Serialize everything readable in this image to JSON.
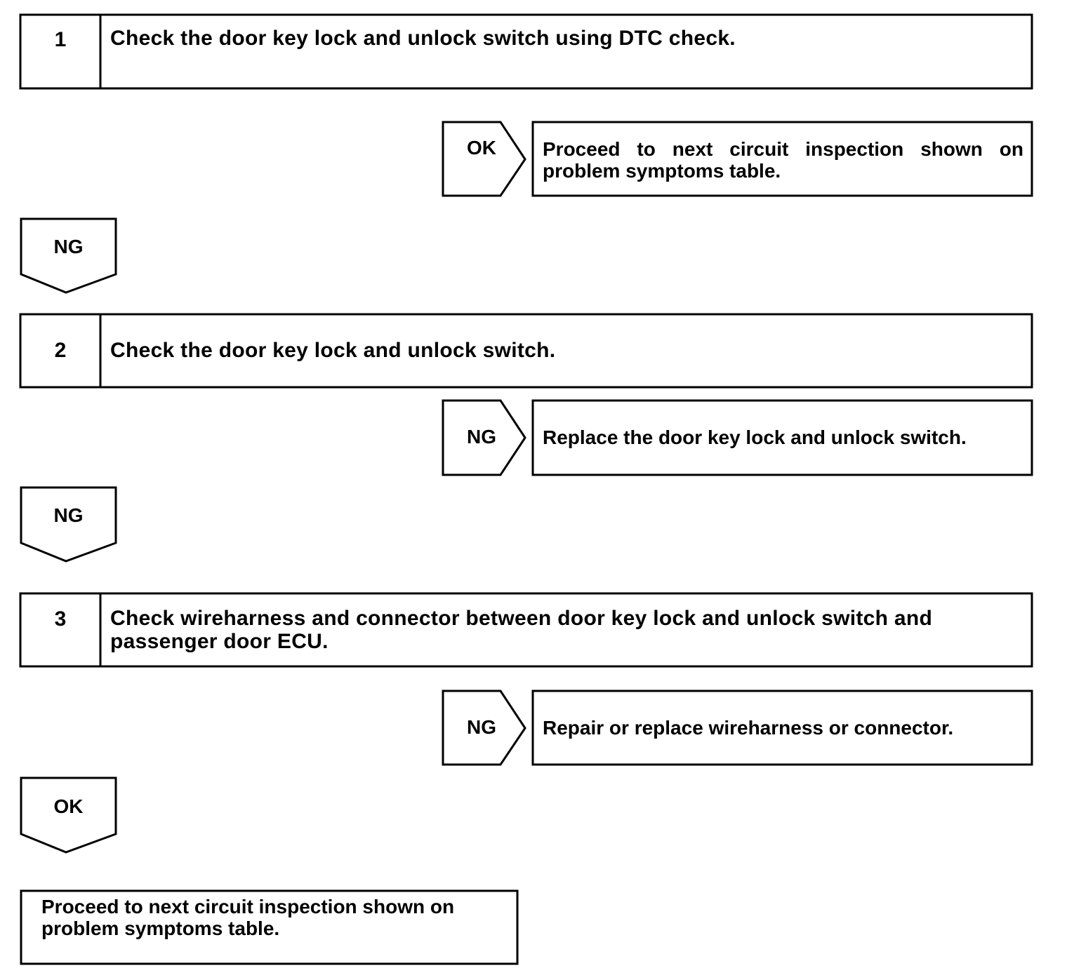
{
  "steps": [
    {
      "number": "1",
      "text": "Check the door key lock and unlock switch using DTC check."
    },
    {
      "number": "2",
      "text": "Check the door key lock and unlock switch."
    },
    {
      "number": "3",
      "text": "Check wireharness and connector between door key lock and unlock switch and passenger door ECU."
    }
  ],
  "branches": [
    {
      "label": "OK",
      "result": "Proceed to next circuit inspection shown on problem symptoms table."
    },
    {
      "label": "NG",
      "result": "Replace the door key lock and unlock switch."
    },
    {
      "label": "NG",
      "result": "Repair or replace wireharness or connector."
    }
  ],
  "down_arrows": [
    "NG",
    "NG",
    "OK"
  ],
  "final_box": "Proceed to next circuit inspection shown on problem symptoms table."
}
